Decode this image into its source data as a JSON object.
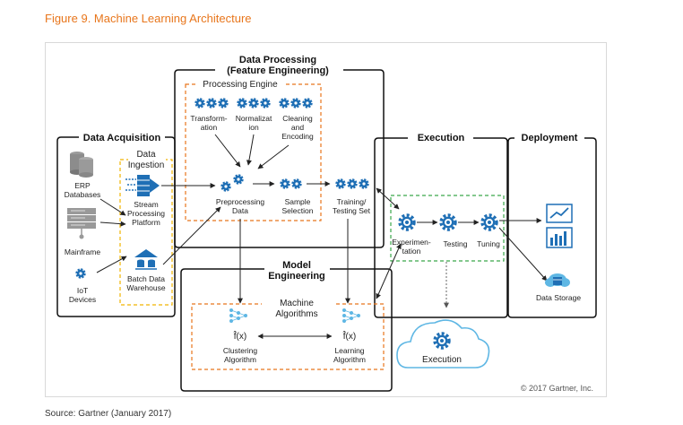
{
  "figure_title": "Figure 9. Machine Learning Architecture",
  "source": "Source: Gartner (January 2017)",
  "copyright": "© 2017 Gartner, Inc.",
  "colors": {
    "accent_orange": "#e8761c",
    "icon_blue": "#1f6fb5",
    "data_orange": "#e8761c",
    "data_green": "#3aa64a",
    "cloud_blue": "#5fb7e4"
  },
  "data_acquisition": {
    "title": "Data Acquisition",
    "sources": [
      "ERP Databases",
      "Mainframe",
      "IoT Devices"
    ],
    "erp_lines": [
      "ERP",
      "Databases"
    ],
    "mainframe": "Mainframe",
    "iot_lines": [
      "IoT",
      "Devices"
    ]
  },
  "data_ingestion": {
    "title_lines": [
      "Data",
      "Ingestion"
    ],
    "stream_lines": [
      "Stream",
      "Processing",
      "Platform"
    ],
    "batch_lines": [
      "Batch Data",
      "Warehouse"
    ]
  },
  "data_processing": {
    "title_lines": [
      "Data Processing",
      "(Feature Engineering)"
    ],
    "engine_title": "Processing Engine",
    "transformation_lines": [
      "Transform-",
      "ation"
    ],
    "normalization_lines": [
      "Normalizat",
      "ion"
    ],
    "cleaning_lines": [
      "Cleaning",
      "and",
      "Encoding"
    ],
    "preprocessing_lines": [
      "Preprocessing",
      "Data"
    ],
    "sample_lines": [
      "Sample",
      "Selection"
    ],
    "training_lines": [
      "Training/",
      "Testing Set"
    ]
  },
  "model_engineering": {
    "title_lines": [
      "Model",
      "Engineering"
    ],
    "algorithms_lines": [
      "Machine",
      "Algorithms"
    ],
    "formula": "f̂(x)",
    "clustering_lines": [
      "Clustering",
      "Algorithm"
    ],
    "learning_lines": [
      "Learning",
      "Algorithm"
    ]
  },
  "execution": {
    "title": "Execution",
    "experimentation_lines": [
      "Experimen-",
      "tation"
    ],
    "testing": "Testing",
    "tuning": "Tuning",
    "cloud_label": "Execution"
  },
  "deployment": {
    "title": "Deployment",
    "storage": "Data Storage"
  }
}
